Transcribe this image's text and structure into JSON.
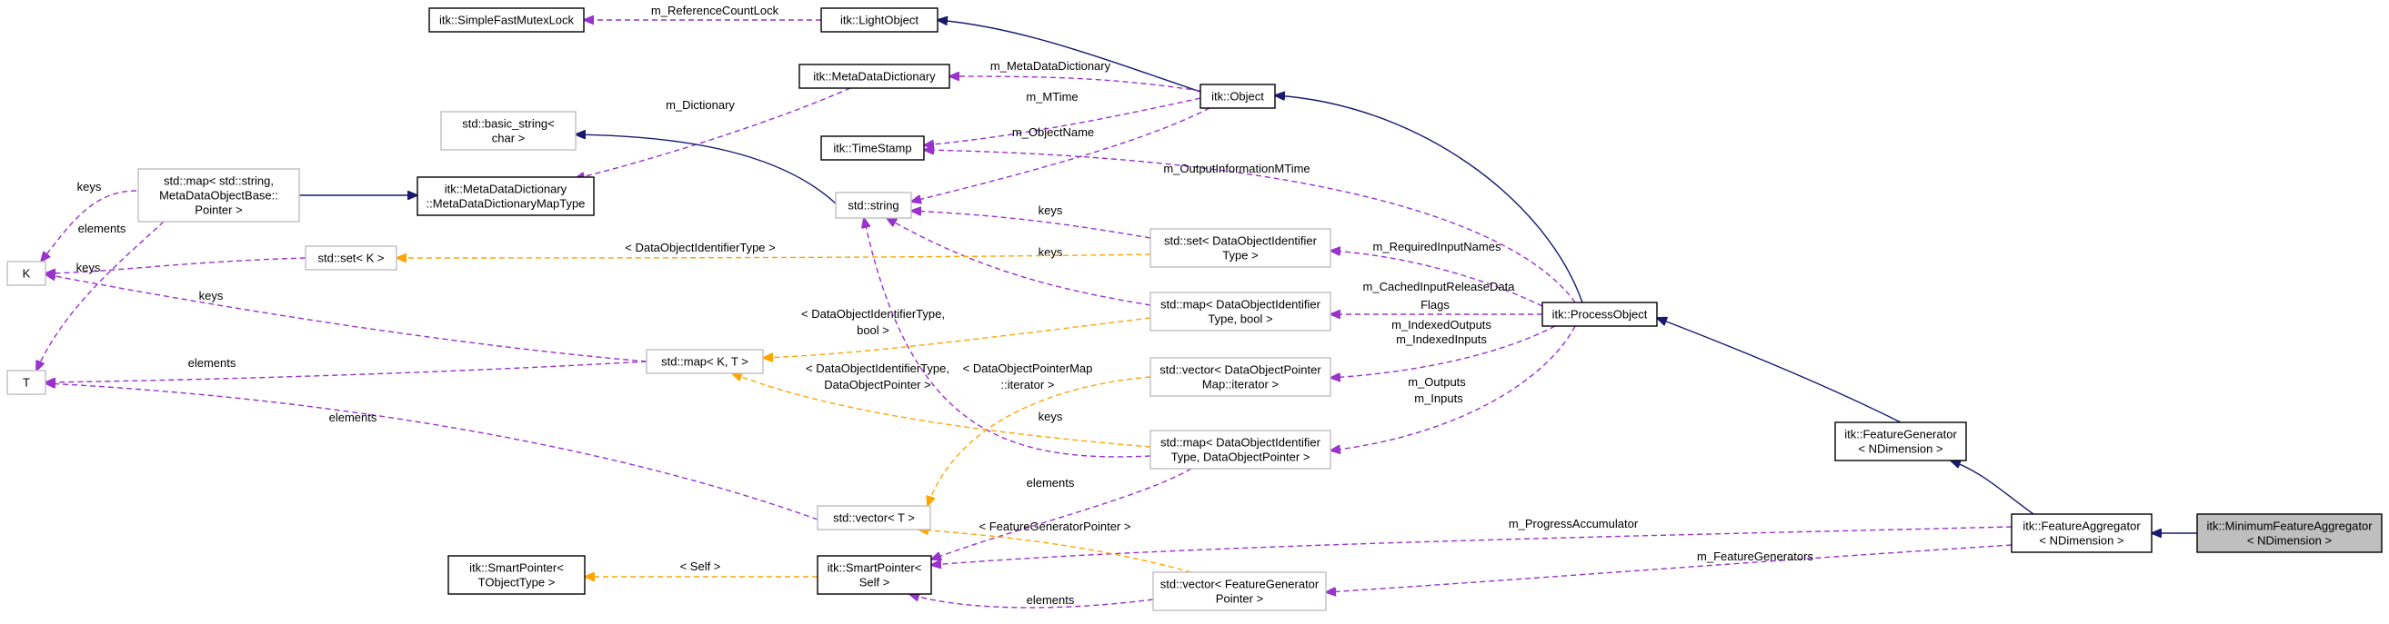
{
  "colors": {
    "inherit": "#191970",
    "member": "#9a32cd",
    "template": "#ffa500",
    "node_black": "#000000",
    "node_gray": "#bfbfbf",
    "node_highlight": "#bfbfbf"
  },
  "nodes": [
    {
      "id": "n_sfml",
      "lines": [
        "itk::SimpleFastMutexLock"
      ],
      "style": "black"
    },
    {
      "id": "n_lo",
      "lines": [
        "itk::LightObject"
      ],
      "style": "black"
    },
    {
      "id": "n_mdd",
      "lines": [
        "itk::MetaDataDictionary"
      ],
      "style": "black"
    },
    {
      "id": "n_obj",
      "lines": [
        "itk::Object"
      ],
      "style": "black"
    },
    {
      "id": "n_bs",
      "lines": [
        "std::basic_string<",
        "char >"
      ],
      "style": "gray"
    },
    {
      "id": "n_ts",
      "lines": [
        "itk::TimeStamp"
      ],
      "style": "black"
    },
    {
      "id": "n_mapmd",
      "lines": [
        "std::map< std::string,",
        "MetaDataObjectBase::",
        "Pointer >"
      ],
      "style": "gray"
    },
    {
      "id": "n_mddmt",
      "lines": [
        "itk::MetaDataDictionary",
        "::MetaDataDictionaryMapType"
      ],
      "style": "black"
    },
    {
      "id": "n_str",
      "lines": [
        "std::string"
      ],
      "style": "gray"
    },
    {
      "id": "n_setdoi",
      "lines": [
        "std::set< DataObjectIdentifier",
        "Type >"
      ],
      "style": "gray"
    },
    {
      "id": "n_K",
      "lines": [
        "K"
      ],
      "style": "gray"
    },
    {
      "id": "n_setk",
      "lines": [
        "std::set< K >"
      ],
      "style": "gray"
    },
    {
      "id": "n_mapdoib",
      "lines": [
        "std::map< DataObjectIdentifier",
        "Type, bool >"
      ],
      "style": "gray"
    },
    {
      "id": "n_po",
      "lines": [
        "itk::ProcessObject"
      ],
      "style": "black"
    },
    {
      "id": "n_mapkt",
      "lines": [
        "std::map< K, T >"
      ],
      "style": "gray"
    },
    {
      "id": "n_T",
      "lines": [
        "T"
      ],
      "style": "gray"
    },
    {
      "id": "n_vecdop",
      "lines": [
        "std::vector< DataObjectPointer",
        "Map::iterator >"
      ],
      "style": "gray"
    },
    {
      "id": "n_mapdoidp",
      "lines": [
        "std::map< DataObjectIdentifier",
        "Type, DataObjectPointer >"
      ],
      "style": "gray"
    },
    {
      "id": "n_fg",
      "lines": [
        "itk::FeatureGenerator",
        "< NDimension >"
      ],
      "style": "black"
    },
    {
      "id": "n_vect",
      "lines": [
        "std::vector< T >"
      ],
      "style": "gray"
    },
    {
      "id": "n_fa",
      "lines": [
        "itk::FeatureAggregator",
        "< NDimension >"
      ],
      "style": "black"
    },
    {
      "id": "n_mfa",
      "lines": [
        "itk::MinimumFeatureAggregator",
        "< NDimension >"
      ],
      "style": "highlight"
    },
    {
      "id": "n_spt",
      "lines": [
        "itk::SmartPointer<",
        "TObjectType >"
      ],
      "style": "black"
    },
    {
      "id": "n_sps",
      "lines": [
        "itk::SmartPointer<",
        "Self >"
      ],
      "style": "black"
    },
    {
      "id": "n_vecfg",
      "lines": [
        "std::vector< FeatureGenerator",
        "Pointer >"
      ],
      "style": "gray"
    }
  ],
  "edges": [
    {
      "id": "e1",
      "kind": "member",
      "labels": [
        "m_ReferenceCountLock"
      ]
    },
    {
      "id": "e2",
      "kind": "inherit",
      "labels": []
    },
    {
      "id": "e3",
      "kind": "member",
      "labels": [
        "m_MetaDataDictionary"
      ]
    },
    {
      "id": "e4",
      "kind": "member",
      "labels": [
        "m_MTime"
      ]
    },
    {
      "id": "e5",
      "kind": "member",
      "labels": [
        "m_ObjectName"
      ]
    },
    {
      "id": "e6",
      "kind": "member",
      "labels": [
        "m_Dictionary"
      ]
    },
    {
      "id": "e7",
      "kind": "inherit",
      "labels": []
    },
    {
      "id": "e8",
      "kind": "inherit",
      "labels": []
    },
    {
      "id": "e9",
      "kind": "inherit",
      "labels": []
    },
    {
      "id": "e10",
      "kind": "member",
      "labels": [
        "m_OutputInformationMTime"
      ]
    },
    {
      "id": "e11",
      "kind": "member",
      "labels": [
        "keys"
      ]
    },
    {
      "id": "e12",
      "kind": "member",
      "labels": [
        "keys"
      ]
    },
    {
      "id": "e13",
      "kind": "member",
      "labels": [
        "keys"
      ]
    },
    {
      "id": "e14",
      "kind": "member",
      "labels": [
        "elements"
      ]
    },
    {
      "id": "e15",
      "kind": "member",
      "labels": [
        "keys"
      ]
    },
    {
      "id": "e16",
      "kind": "template",
      "labels": [
        "< DataObjectIdentifierType >"
      ]
    },
    {
      "id": "e17",
      "kind": "member",
      "labels": [
        "keys"
      ]
    },
    {
      "id": "e18",
      "kind": "member",
      "labels": [
        "elements"
      ]
    },
    {
      "id": "e19",
      "kind": "member",
      "labels": [
        "m_RequiredInputNames"
      ]
    },
    {
      "id": "e20",
      "kind": "member",
      "labels": [
        "m_CachedInputReleaseData",
        "Flags"
      ]
    },
    {
      "id": "e21",
      "kind": "template",
      "labels": [
        "< DataObjectIdentifierType,",
        "bool >"
      ]
    },
    {
      "id": "e22",
      "kind": "member",
      "labels": [
        "m_IndexedOutputs",
        "m_IndexedInputs"
      ]
    },
    {
      "id": "e23",
      "kind": "template",
      "labels": [
        "< DataObjectIdentifierType,",
        "DataObjectPointer >"
      ]
    },
    {
      "id": "e24",
      "kind": "member",
      "labels": [
        "keys"
      ]
    },
    {
      "id": "e25",
      "kind": "member",
      "labels": [
        "m_Outputs",
        "m_Inputs"
      ]
    },
    {
      "id": "e26",
      "kind": "inherit",
      "labels": []
    },
    {
      "id": "e27",
      "kind": "template",
      "labels": [
        "< DataObjectPointerMap",
        "::iterator >"
      ]
    },
    {
      "id": "e28",
      "kind": "member",
      "labels": [
        "elements"
      ]
    },
    {
      "id": "e29",
      "kind": "member",
      "labels": [
        "elements"
      ]
    },
    {
      "id": "e30",
      "kind": "inherit",
      "labels": []
    },
    {
      "id": "e31",
      "kind": "inherit",
      "labels": []
    },
    {
      "id": "e32",
      "kind": "member",
      "labels": [
        "m_ProgressAccumulator"
      ]
    },
    {
      "id": "e33",
      "kind": "template",
      "labels": [
        "< FeatureGeneratorPointer >"
      ]
    },
    {
      "id": "e34",
      "kind": "template",
      "labels": [
        "< Self >"
      ]
    },
    {
      "id": "e35",
      "kind": "member",
      "labels": [
        "elements"
      ]
    },
    {
      "id": "e36",
      "kind": "member",
      "labels": [
        "m_FeatureGenerators"
      ]
    }
  ]
}
